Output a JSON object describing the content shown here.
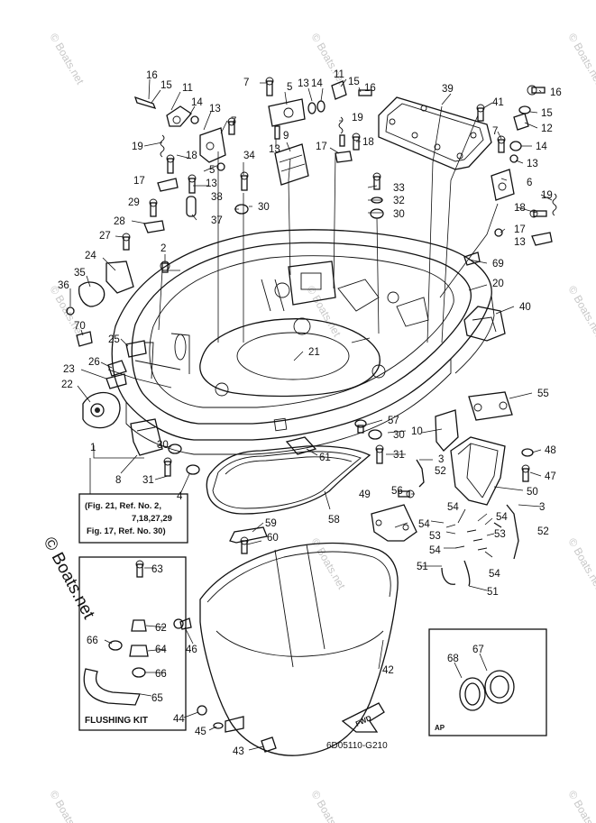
{
  "diagram": {
    "drawing_code": "6D05110-G210",
    "watermark_text": "© Boats.net",
    "note_lines": [
      "(Fig. 21, Ref. No. 2,",
      "7,18,27,29",
      "Fig. 17, Ref. No. 30)"
    ],
    "flushing_kit_label": "FLUSHING KIT",
    "ap_label": "AP",
    "fwd_label": "FWD",
    "callouts": [
      {
        "id": "c1",
        "label": "16"
      },
      {
        "id": "c2",
        "label": "15"
      },
      {
        "id": "c3",
        "label": "11"
      },
      {
        "id": "c4",
        "label": "14"
      },
      {
        "id": "c5",
        "label": "13"
      },
      {
        "id": "c6",
        "label": "7"
      },
      {
        "id": "c7",
        "label": "19"
      },
      {
        "id": "c8",
        "label": "18"
      },
      {
        "id": "c9",
        "label": "5"
      },
      {
        "id": "c10",
        "label": "13"
      },
      {
        "id": "c11",
        "label": "17"
      },
      {
        "id": "c12",
        "label": "38"
      },
      {
        "id": "c13",
        "label": "34"
      },
      {
        "id": "c14",
        "label": "29"
      },
      {
        "id": "c15",
        "label": "37"
      },
      {
        "id": "c16",
        "label": "30"
      },
      {
        "id": "c17",
        "label": "28"
      },
      {
        "id": "c18",
        "label": "27"
      },
      {
        "id": "c19",
        "label": "2"
      },
      {
        "id": "c20",
        "label": "24"
      },
      {
        "id": "c21",
        "label": "35"
      },
      {
        "id": "c22",
        "label": "36"
      },
      {
        "id": "c23",
        "label": "70"
      },
      {
        "id": "c24",
        "label": "25"
      },
      {
        "id": "c25",
        "label": "26"
      },
      {
        "id": "c26",
        "label": "23"
      },
      {
        "id": "c27",
        "label": "22"
      },
      {
        "id": "c28",
        "label": "1"
      },
      {
        "id": "c29",
        "label": "8"
      },
      {
        "id": "c30",
        "label": "30"
      },
      {
        "id": "c31",
        "label": "31"
      },
      {
        "id": "c32",
        "label": "4"
      },
      {
        "id": "c33",
        "label": "7"
      },
      {
        "id": "c34",
        "label": "5"
      },
      {
        "id": "c35",
        "label": "13"
      },
      {
        "id": "c36",
        "label": "14"
      },
      {
        "id": "c37",
        "label": "11"
      },
      {
        "id": "c38",
        "label": "15"
      },
      {
        "id": "c39",
        "label": "16"
      },
      {
        "id": "c40",
        "label": "9"
      },
      {
        "id": "c41",
        "label": "13"
      },
      {
        "id": "c42",
        "label": "19"
      },
      {
        "id": "c43",
        "label": "17"
      },
      {
        "id": "c44",
        "label": "18"
      },
      {
        "id": "c45",
        "label": "39"
      },
      {
        "id": "c46",
        "label": "41"
      },
      {
        "id": "c47",
        "label": "16"
      },
      {
        "id": "c48",
        "label": "15"
      },
      {
        "id": "c49",
        "label": "12"
      },
      {
        "id": "c50",
        "label": "7"
      },
      {
        "id": "c51",
        "label": "14"
      },
      {
        "id": "c52",
        "label": "13"
      },
      {
        "id": "c53",
        "label": "6"
      },
      {
        "id": "c54",
        "label": "19"
      },
      {
        "id": "c55",
        "label": "18"
      },
      {
        "id": "c56",
        "label": "17"
      },
      {
        "id": "c57",
        "label": "13"
      },
      {
        "id": "c58",
        "label": "33"
      },
      {
        "id": "c59",
        "label": "32"
      },
      {
        "id": "c60",
        "label": "30"
      },
      {
        "id": "c61",
        "label": "69"
      },
      {
        "id": "c62",
        "label": "20"
      },
      {
        "id": "c63",
        "label": "40"
      },
      {
        "id": "c64",
        "label": "21"
      },
      {
        "id": "c65",
        "label": "55"
      },
      {
        "id": "c66",
        "label": "57"
      },
      {
        "id": "c67",
        "label": "10"
      },
      {
        "id": "c68",
        "label": "30"
      },
      {
        "id": "c69",
        "label": "31"
      },
      {
        "id": "c70",
        "label": "61"
      },
      {
        "id": "c71",
        "label": "3"
      },
      {
        "id": "c72",
        "label": "52"
      },
      {
        "id": "c73",
        "label": "48"
      },
      {
        "id": "c74",
        "label": "47"
      },
      {
        "id": "c75",
        "label": "50"
      },
      {
        "id": "c76",
        "label": "56"
      },
      {
        "id": "c77",
        "label": "49"
      },
      {
        "id": "c78",
        "label": "54"
      },
      {
        "id": "c79",
        "label": "54"
      },
      {
        "id": "c80",
        "label": "3"
      },
      {
        "id": "c81",
        "label": "54"
      },
      {
        "id": "c82",
        "label": "52"
      },
      {
        "id": "c83",
        "label": "53"
      },
      {
        "id": "c84",
        "label": "53"
      },
      {
        "id": "c85",
        "label": "54"
      },
      {
        "id": "c86",
        "label": "54"
      },
      {
        "id": "c87",
        "label": "51"
      },
      {
        "id": "c88",
        "label": "51"
      },
      {
        "id": "c89",
        "label": "58"
      },
      {
        "id": "c90",
        "label": "59"
      },
      {
        "id": "c91",
        "label": "60"
      },
      {
        "id": "c92",
        "label": "63"
      },
      {
        "id": "c93",
        "label": "62"
      },
      {
        "id": "c94",
        "label": "66"
      },
      {
        "id": "c95",
        "label": "64"
      },
      {
        "id": "c96",
        "label": "66"
      },
      {
        "id": "c97",
        "label": "65"
      },
      {
        "id": "c98",
        "label": "46"
      },
      {
        "id": "c99",
        "label": "42"
      },
      {
        "id": "c100",
        "label": "44"
      },
      {
        "id": "c101",
        "label": "45"
      },
      {
        "id": "c102",
        "label": "43"
      },
      {
        "id": "c103",
        "label": "68"
      },
      {
        "id": "c104",
        "label": "67"
      }
    ]
  }
}
